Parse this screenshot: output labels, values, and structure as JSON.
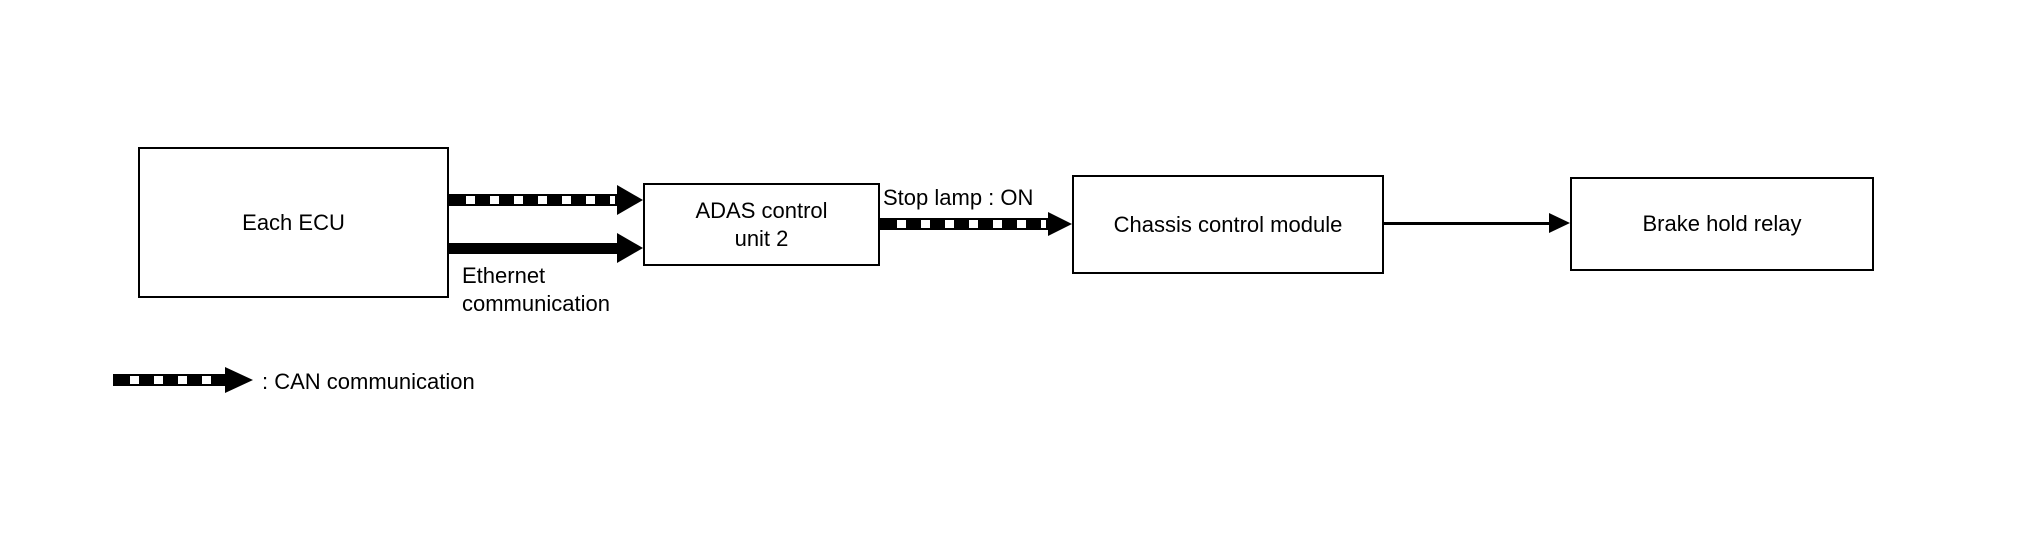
{
  "diagram": {
    "background_color": "#ffffff",
    "line_color": "#000000",
    "nodes": [
      {
        "id": "each-ecu",
        "lines": [
          "Each ECU"
        ]
      },
      {
        "id": "adas-control-unit-2",
        "lines": [
          "ADAS control",
          "unit 2"
        ]
      },
      {
        "id": "chassis-control-module",
        "lines": [
          "Chassis control module"
        ]
      },
      {
        "id": "brake-hold-relay",
        "lines": [
          "Brake hold relay"
        ]
      }
    ],
    "edges": [
      {
        "from": "each-ecu",
        "to": "adas-control-unit-2",
        "type": "can",
        "icon": "can-arrow-icon"
      },
      {
        "from": "each-ecu",
        "to": "adas-control-unit-2",
        "type": "ethernet",
        "icon": "ethernet-arrow-icon",
        "label_lines": [
          "Ethernet",
          "communication"
        ]
      },
      {
        "from": "adas-control-unit-2",
        "to": "chassis-control-module",
        "type": "can",
        "icon": "can-arrow-icon",
        "label": "Stop lamp : ON"
      },
      {
        "from": "chassis-control-module",
        "to": "brake-hold-relay",
        "type": "plain",
        "icon": "plain-arrow-icon"
      }
    ],
    "legend": {
      "icon": "can-arrow-icon",
      "label": ": CAN communication"
    }
  }
}
